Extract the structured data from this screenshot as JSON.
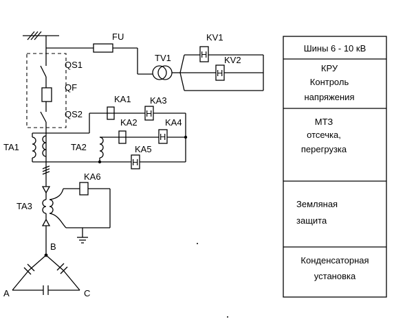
{
  "labels": {
    "fu": "FU",
    "kv1": "KV1",
    "kv2": "KV2",
    "tv1": "TV1",
    "qs1": "QS1",
    "qf": "QF",
    "qs2": "QS2",
    "ka1": "KA1",
    "ka2": "KA2",
    "ka3": "KA3",
    "ka4": "KA4",
    "ka5": "KA5",
    "ka6": "KA6",
    "ta1": "TA1",
    "ta2": "TA2",
    "ta3": "TA3",
    "node_b": "B",
    "node_a": "A",
    "node_c": "C",
    "relay_h": "H"
  },
  "table": {
    "header": "Шины 6 - 10 кВ",
    "rows": [
      [
        "КРУ",
        "Контроль",
        "напряжения"
      ],
      [
        "МТЗ",
        "отсечка,",
        "перегрузка"
      ],
      [
        "Земляная",
        "защита"
      ],
      [
        "Конденсаторная",
        "установка"
      ]
    ]
  }
}
